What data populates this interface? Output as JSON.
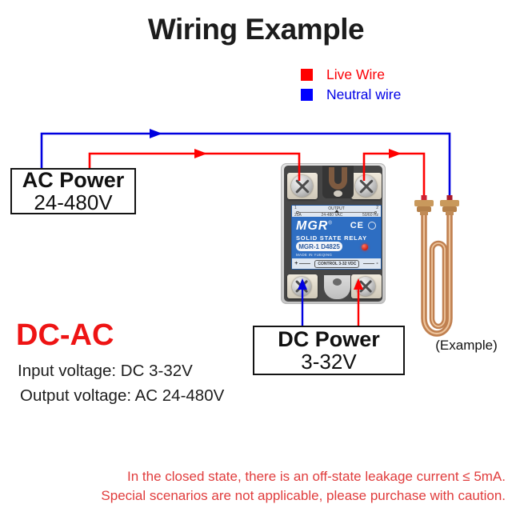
{
  "title": "Wiring Example",
  "legend": {
    "items": [
      {
        "label": "Live Wire",
        "color": "#ff0000"
      },
      {
        "label": "Neutral wire",
        "color": "#0000ff"
      }
    ]
  },
  "ac_power": {
    "line1": "AC Power",
    "line2": "24-480V"
  },
  "dc_power": {
    "line1": "DC Power",
    "line2": "3-32V"
  },
  "relay": {
    "output_label": "OUTPUT",
    "terminal_1": "1",
    "terminal_2": "2",
    "current_rating": "25A",
    "output_voltage": "24-480 VAC",
    "frequency": "50/60 Hz",
    "brand": "MGR",
    "reg_mark": "®",
    "ce_mark": "CE",
    "product_name": "SOLID STATE RELAY",
    "model": "MGR-1 D4825",
    "origin": "MADE IN YUEQING",
    "control_label": "CONTROL 3-32 VDC",
    "plus": "+",
    "minus": "-"
  },
  "mode": {
    "title": "DC-AC",
    "input_line": "Input voltage: DC 3-32V",
    "output_line": "Output voltage: AC 24-480V"
  },
  "example_caption": "(Example)",
  "warning": {
    "line1": "In the closed state, there is an off-state leakage current ≤ 5mA.",
    "line2": "Special scenarios are not applicable, please purchase with caution."
  },
  "colors": {
    "live_wire": "#ff0000",
    "neutral_wire": "#0000e0",
    "relay_label_bg": "#2e6ec2",
    "mode_title": "#ee1414",
    "warning_text": "#e03c3c",
    "heater_copper": "#c98a5f"
  }
}
